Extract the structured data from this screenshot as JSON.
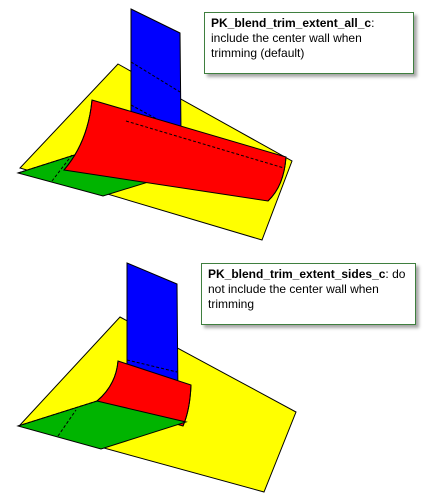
{
  "panels": [
    {
      "option": "PK_blend_trim_extent_all_c",
      "punct": ":",
      "description": "include the center wall when trimming (default)"
    },
    {
      "option": "PK_blend_trim_extent_sides_c",
      "punct": ":",
      "description": "do not include the center wall when trimming"
    }
  ],
  "colors": {
    "base_plane": "#ffff00",
    "wall": "#0000ff",
    "blend": "#ff0000",
    "side_face": "#00b400",
    "callout_border": "#3f7f3f"
  }
}
